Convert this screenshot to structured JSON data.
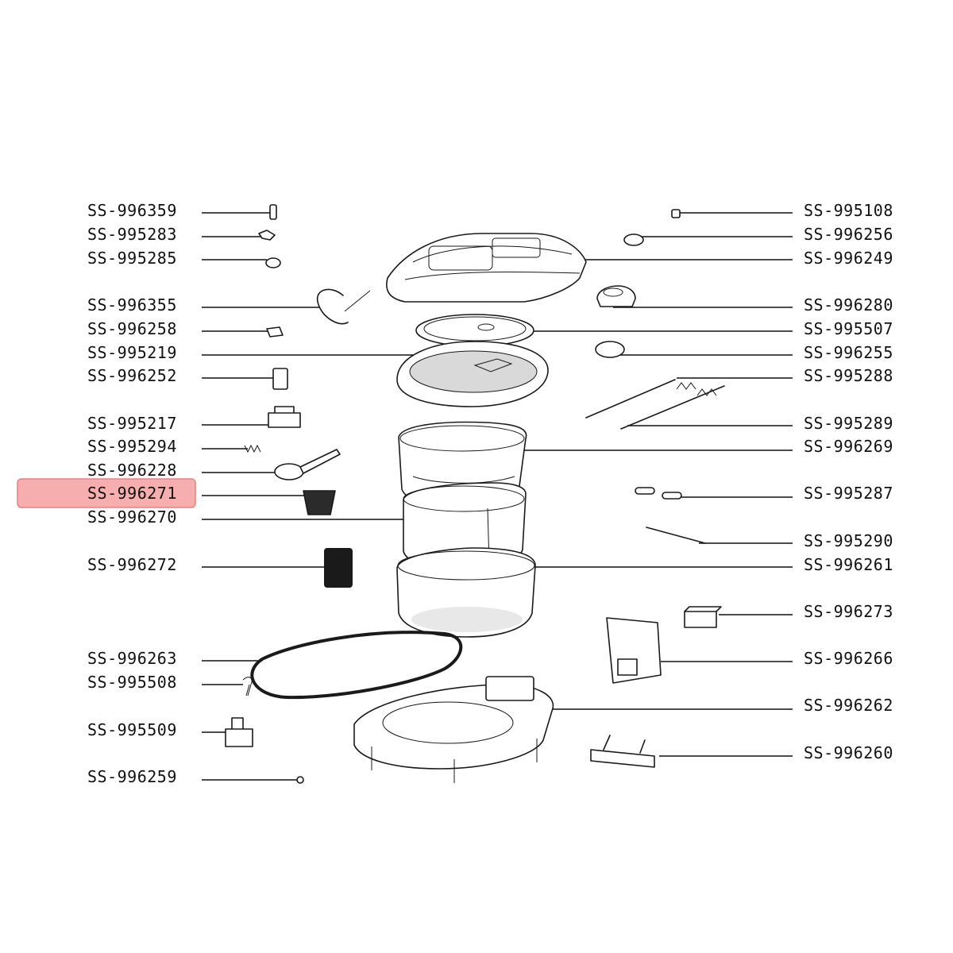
{
  "highlight_color": "#f6a0a0",
  "highlighted_part": "SS-996271",
  "left_labels": [
    "SS-996359",
    "SS-995283",
    "SS-995285",
    "SS-996355",
    "SS-996258",
    "SS-995219",
    "SS-996252",
    "SS-995217",
    "SS-995294",
    "SS-996228",
    "SS-996271",
    "SS-996270",
    "SS-996272",
    "SS-996263",
    "SS-995508",
    "SS-995509",
    "SS-996259"
  ],
  "right_labels": [
    "SS-995108",
    "SS-996256",
    "SS-996249",
    "SS-996280",
    "SS-995507",
    "SS-996255",
    "SS-995288",
    "SS-995289",
    "SS-996269",
    "SS-995287",
    "SS-995290",
    "SS-996261",
    "SS-996273",
    "SS-996266",
    "SS-996262",
    "SS-996260"
  ]
}
